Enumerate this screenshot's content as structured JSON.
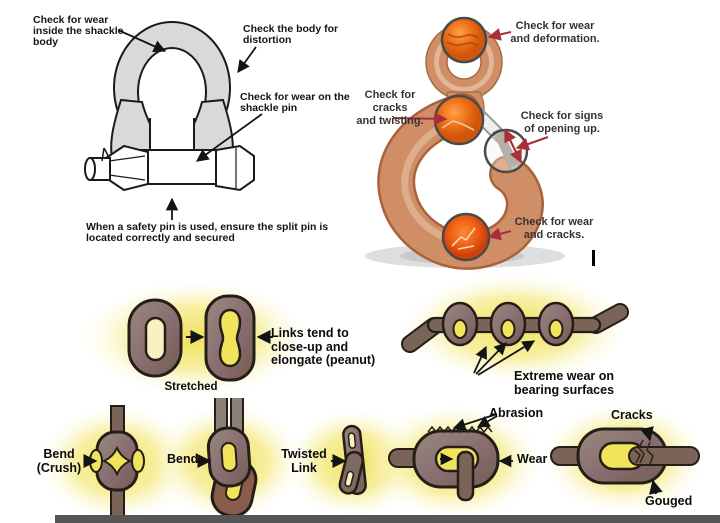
{
  "shackle": {
    "label_wear_body": "Check for wear\ninside the shackle\nbody",
    "label_distortion": "Check the body for\ndistortion",
    "label_pin_wear": "Check for wear on the\nshackle pin",
    "label_safety_pin": "When a safety pin is used, ensure the split pin is\nlocated correctly and secured"
  },
  "hook": {
    "label_wear_deformation": "Check for wear\nand deformation.",
    "label_cracks_twisting": "Check for cracks\nand twisting.",
    "label_opening_up": "Check for signs\nof opening up.",
    "label_wear_cracks": "Check for wear\nand cracks."
  },
  "chain": {
    "stretched_caption": "Stretched",
    "stretched_note": "Links tend to\nclose-up and\nelongate (peanut)",
    "extreme_wear": "Extreme wear on\nbearing surfaces",
    "bend_crush": "Bend\n(Crush)",
    "bend": "Bend",
    "twisted_link": "Twisted\nLink",
    "abrasion": "Abrasion",
    "wear": "Wear",
    "cracks": "Cracks",
    "gouged": "Gouged"
  },
  "colors": {
    "hook_body": "#cf8e66",
    "inspection_highlight": "#e8701c",
    "arrow_red": "#a63038",
    "glow_yellow": "#f0e050",
    "chain_link_brown": "#8d7a70",
    "shackle_fill": "#d9d9d9",
    "bottom_bar_gray": "#565656"
  }
}
